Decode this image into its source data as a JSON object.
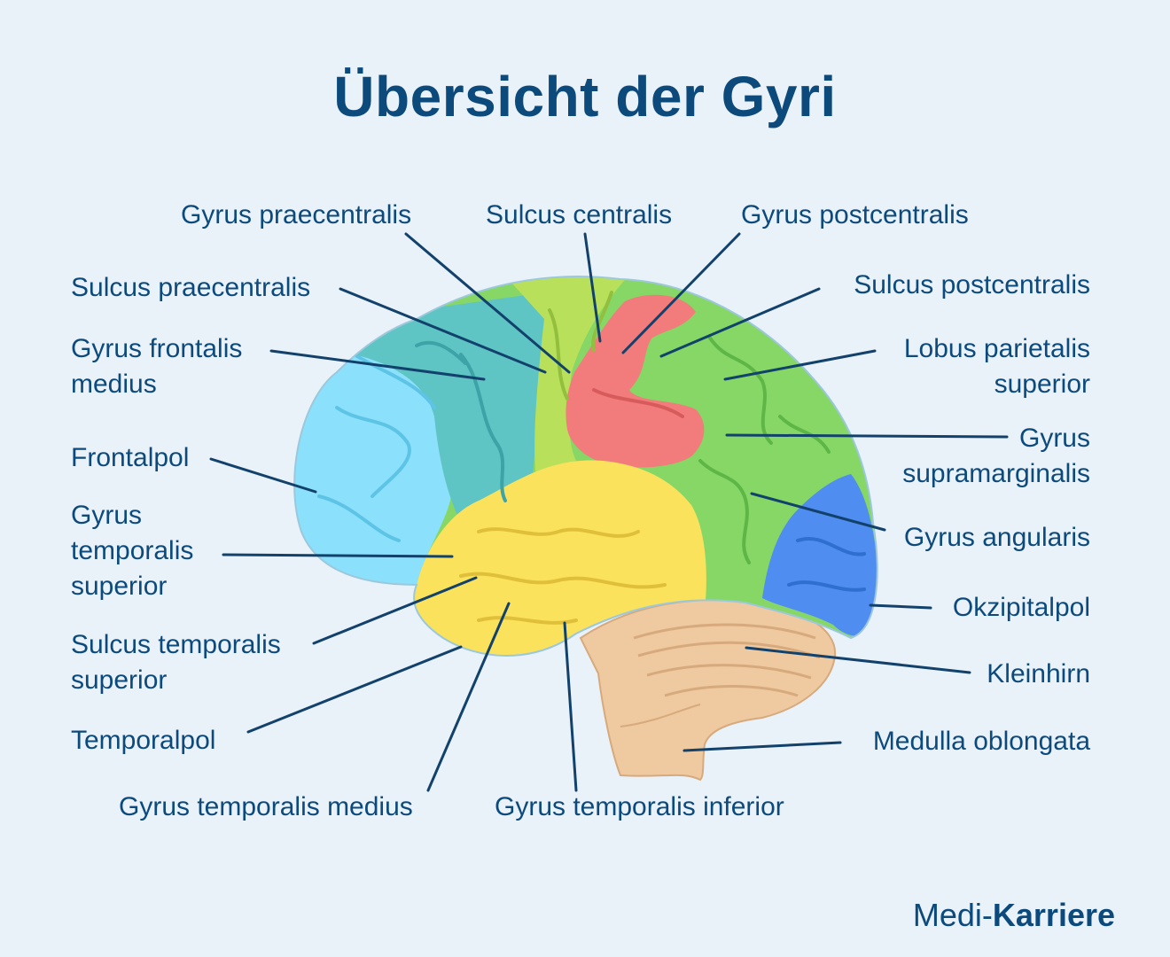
{
  "title": "Übersicht der Gyri",
  "labels": {
    "gyrus_praecentralis": "Gyrus praecentralis",
    "sulcus_centralis": "Sulcus centralis",
    "gyrus_postcentralis": "Gyrus postcentralis",
    "sulcus_praecentralis": "Sulcus praecentralis",
    "sulcus_postcentralis": "Sulcus postcentralis",
    "gyrus_frontalis_medius": "Gyrus frontalis\nmedius",
    "lobus_parietalis_superior": "Lobus parietalis\nsuperior",
    "frontalpol": "Frontalpol",
    "gyrus_supramarginalis": "Gyrus\nsupramarginalis",
    "gyrus_temporalis_superior": "Gyrus\ntemporalis\nsuperior",
    "gyrus_angularis": "Gyrus angularis",
    "okzipitalpol": "Okzipitalpol",
    "sulcus_temporalis_superior": "Sulcus temporalis\nsuperior",
    "kleinhirn": "Kleinhirn",
    "temporalpol": "Temporalpol",
    "medulla_oblongata": "Medulla oblongata",
    "gyrus_temporalis_medius": "Gyrus temporalis medius",
    "gyrus_temporalis_inferior": "Gyrus temporalis inferior"
  },
  "logo": {
    "part1": "Medi-",
    "part2": "Karriere"
  },
  "colors": {
    "title": "#0d4a7c",
    "frontal_light": "#8be0fb",
    "frontal_teal": "#5fc4c4",
    "precentral_lime": "#b9e05a",
    "postcentral_red": "#f27b7b",
    "parietal_green": "#86d766",
    "temporal_yellow": "#fae25d",
    "occipital_blue": "#4f8df0",
    "cerebellum": "#efc9a0",
    "line": "#12426b"
  }
}
